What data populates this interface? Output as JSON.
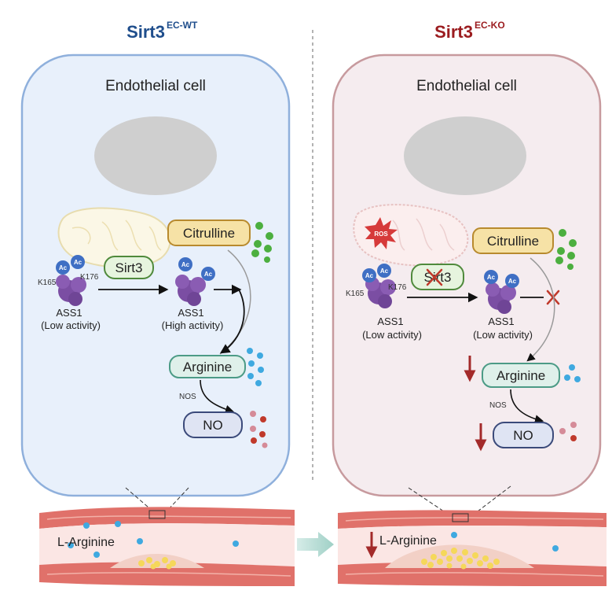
{
  "panels": {
    "wt": {
      "title_main": "Sirt3",
      "title_sup": "EC-WT",
      "title_color": "#1f4e8c",
      "cell_label": "Endothelial cell",
      "k165": "K165",
      "k176": "K176",
      "sirt3": "Sirt3",
      "ac": "Ac",
      "ass1_left": "ASS1",
      "ass1_left_activity": "(Low activity)",
      "ass1_right": "ASS1",
      "ass1_right_activity": "(High activity)",
      "citrulline": "Citrulline",
      "arginine": "Arginine",
      "nos": "NOS",
      "no": "NO",
      "vessel_label": "L-Arginine"
    },
    "ko": {
      "title_main": "Sirt3",
      "title_sup": "EC-KO",
      "title_color": "#9b1c1f",
      "cell_label": "Endothelial cell",
      "ros": "ROS",
      "k165": "K165",
      "k176": "K176",
      "sirt3": "Sirt3",
      "ac": "Ac",
      "ass1_left": "ASS1",
      "ass1_left_activity": "(Low activity)",
      "ass1_right": "ASS1",
      "ass1_right_activity": "(Low activity)",
      "citrulline": "Citrulline",
      "arginine": "Arginine",
      "nos": "NOS",
      "no": "NO",
      "vessel_label": "L-Arginine"
    }
  },
  "colors": {
    "wt_cell_fill": "#e8f0fb",
    "wt_cell_stroke": "#8fb0dc",
    "ko_cell_fill": "#f5ecef",
    "ko_cell_stroke": "#c79a9e",
    "nucleus": "#cfcfcf",
    "citrulline_fill": "#f6e2a6",
    "citrulline_stroke": "#b88a2e",
    "sirt3_fill": "#e6f4de",
    "sirt3_stroke": "#4f8a3c",
    "arginine_fill": "#dff0ea",
    "arginine_stroke": "#4c9b86",
    "no_fill": "#dfe4f3",
    "no_stroke": "#3b4a7a",
    "ass1": "#7b4ea3",
    "ac": "#3f6fc4",
    "down_arrow": "#a32a2a",
    "vessel_wall": "#e0716a",
    "vessel_lumen": "#fbe6e4"
  }
}
